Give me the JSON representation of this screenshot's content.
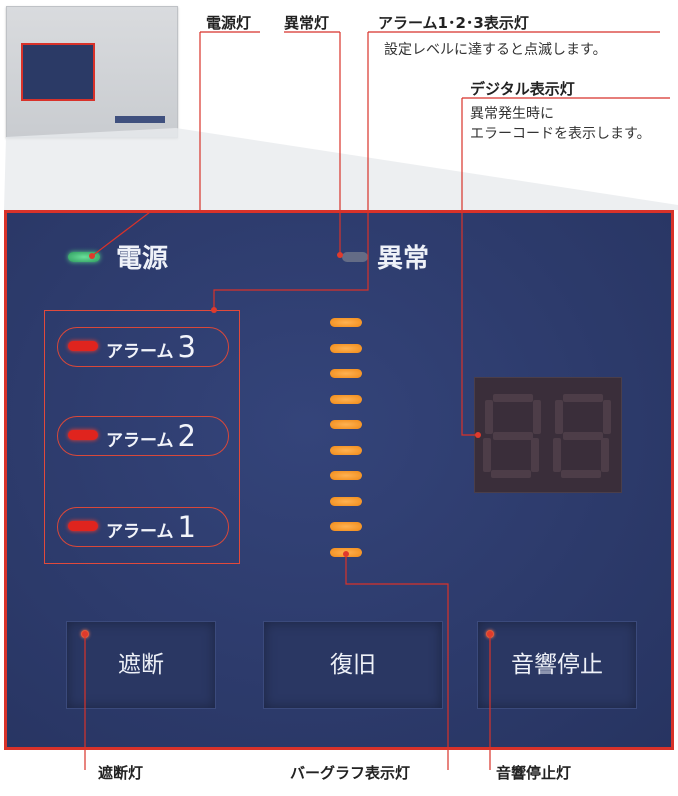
{
  "callouts": {
    "power_lamp": "電源灯",
    "fault_lamp": "異常灯",
    "alarm_lamps": "アラーム1･2･3表示灯",
    "alarm_lamps_note": "設定レベルに達すると点滅します。",
    "digital_lamp": "デジタル表示灯",
    "digital_note_1": "異常発生時に",
    "digital_note_2": "エラーコードを表示します。",
    "shutoff_lamp": "遮断灯",
    "bargraph_lamp": "バーグラフ表示灯",
    "silence_lamp": "音響停止灯"
  },
  "panel": {
    "power_label": "電源",
    "fault_label": "異常",
    "alarms": [
      {
        "text": "アラーム",
        "num": "3"
      },
      {
        "text": "アラーム",
        "num": "2"
      },
      {
        "text": "アラーム",
        "num": "1"
      }
    ],
    "bargraph_segments": 10,
    "digital_display": "88",
    "buttons": {
      "shutoff": "遮断",
      "reset": "復旧",
      "silence": "音響停止"
    }
  },
  "colors": {
    "panel": "#2d3b6c",
    "callout_line": "#d8322a",
    "power_led": "#4fd08a",
    "alarm_led": "#e0241e",
    "bar_led": "#f5952a",
    "fault_led": "#646c86"
  }
}
